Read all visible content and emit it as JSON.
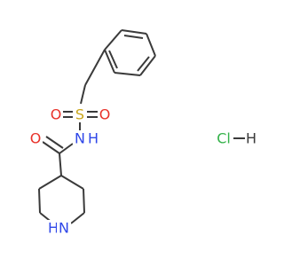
{
  "atoms": {
    "sulfur": "S",
    "oxygen_left": "O",
    "oxygen_right": "O",
    "amide_oxygen": "O",
    "amide_nitrogen_n": "N",
    "amide_nitrogen_h": "H",
    "ring_nitrogen_n": "N",
    "ring_nitrogen_h": "H",
    "chlorine": "Cl",
    "salt_hydrogen": "H"
  },
  "colors": {
    "bond": "#3a3a3a",
    "oxygen": "#e8322a",
    "sulfur": "#c9a61a",
    "nitrogen": "#2f47e8",
    "chlorine": "#35b24a"
  }
}
